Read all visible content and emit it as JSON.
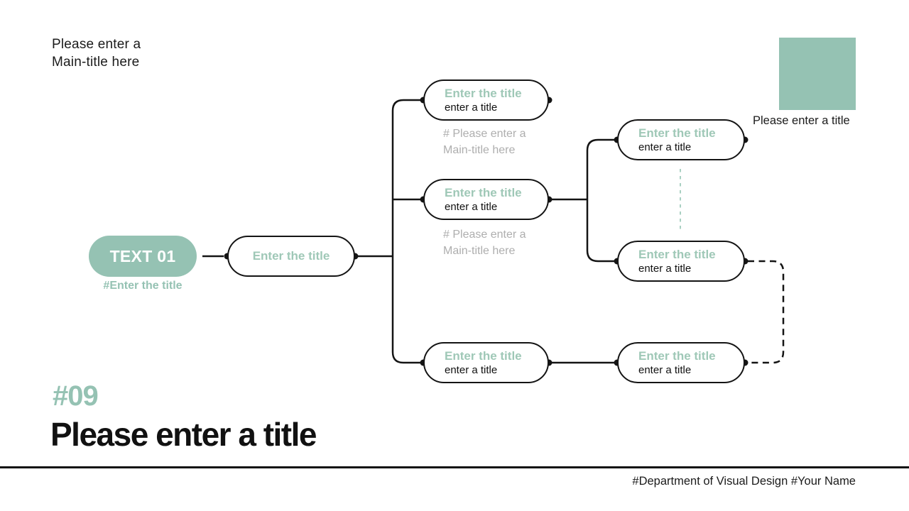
{
  "theme": {
    "accent": "#95c2b3",
    "accent_text": "#9fc8b7",
    "muted": "#aeaeae",
    "ink": "#141414"
  },
  "header": {
    "main_title_line1": "Please enter a",
    "main_title_line2": "Main-title here"
  },
  "legend": {
    "caption": "Please enter a title"
  },
  "root": {
    "label": "TEXT 01",
    "tag": "#Enter the title"
  },
  "diagram": {
    "level1": {
      "title": "Enter the title"
    },
    "nodes": [
      {
        "title": "Enter the title",
        "subtitle": "enter a title",
        "caption_line1": "# Please enter a",
        "caption_line2": "Main-title here"
      },
      {
        "title": "Enter the title",
        "subtitle": "enter a title",
        "caption_line1": "# Please enter a",
        "caption_line2": "Main-title here"
      },
      {
        "title": "Enter the title",
        "subtitle": "enter a title"
      },
      {
        "title": "Enter the title",
        "subtitle": "enter a title"
      },
      {
        "title": "Enter the title",
        "subtitle": "enter a title"
      },
      {
        "title": "Enter the title",
        "subtitle": "enter a title"
      }
    ]
  },
  "footer": {
    "number": "#09",
    "title": "Please enter a title",
    "credits": "#Department of Visual Design #Your Name"
  }
}
